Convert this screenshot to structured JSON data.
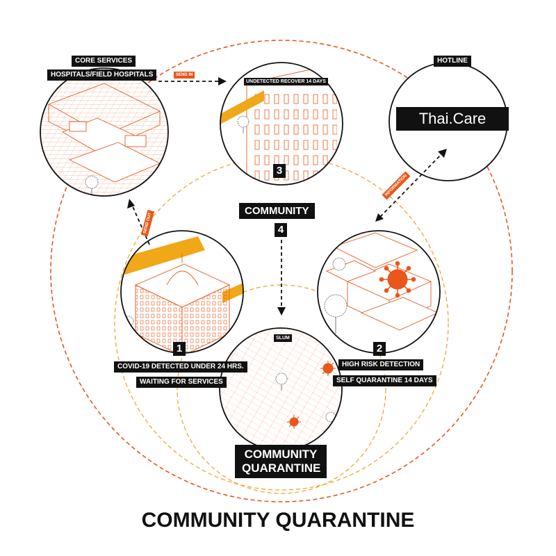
{
  "title": "COMMUNITY QUARANTINE",
  "colors": {
    "accent_orange": "#e8571b",
    "light_orange": "#f5a05a",
    "yellow_road": "#f0a818",
    "ink": "#111111",
    "tree_green": "#8fb56b"
  },
  "nodes": {
    "core_services": {
      "heading": "CORE SERVICES",
      "subheading": "HOSPITALS/FIELD HOSPITALS",
      "send_in_tag": "SEND IN"
    },
    "undetected": {
      "caption": "UNDETECTED RECOVER 14 DAYS",
      "number": "3"
    },
    "hotline": {
      "heading": "HOTLINE",
      "brand": "Thai.Care",
      "information_tag": "INFORMATION"
    },
    "community": {
      "heading": "COMMUNITY",
      "number": "4"
    },
    "detected": {
      "number": "1",
      "line1": "COVID-19 DETECTED UNDER 24 HRS.",
      "line2": "WAITING FOR SERVICES",
      "send_out_tag": "SEND OUT"
    },
    "high_risk": {
      "number": "2",
      "line1": "HIGH RISK DETECTION",
      "line2": "SELF QUARANTINE 14 DAYS"
    },
    "slum": {
      "caption": "SLUM",
      "label_line1": "COMMUNITY",
      "label_line2": "QUARANTINE"
    }
  }
}
